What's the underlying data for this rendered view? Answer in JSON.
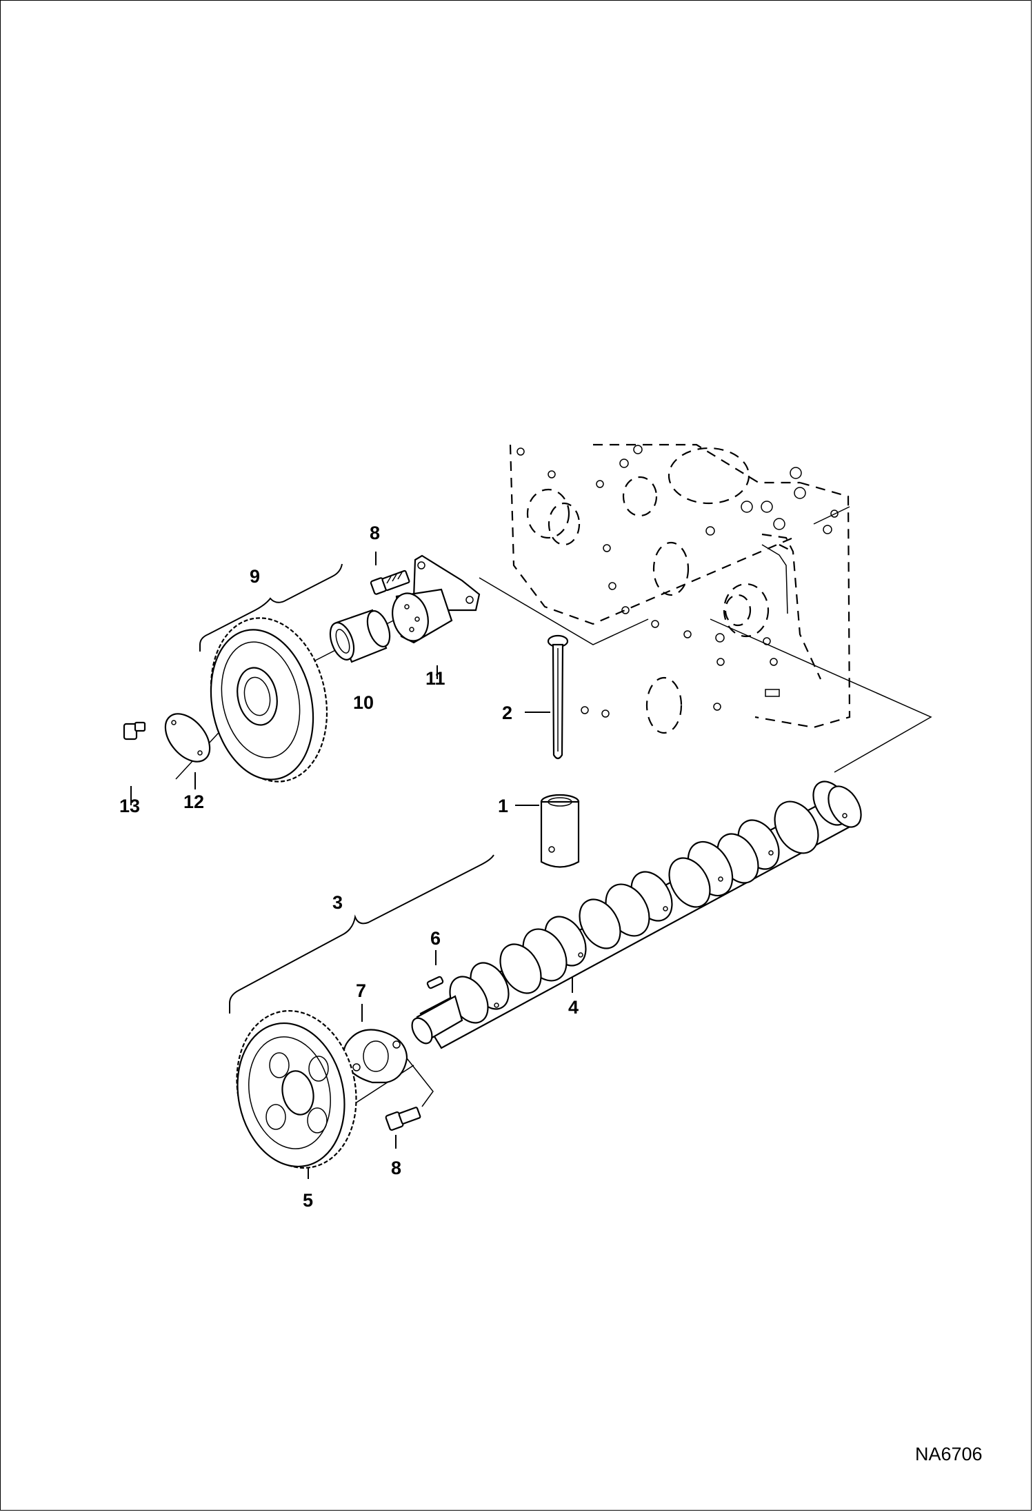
{
  "diagram": {
    "figure_id": "NA6706",
    "callouts": {
      "c1": "1",
      "c2": "2",
      "c3": "3",
      "c4": "4",
      "c5": "5",
      "c6": "6",
      "c7": "7",
      "c8a": "8",
      "c8b": "8",
      "c9": "9",
      "c10": "10",
      "c11": "11",
      "c12": "12",
      "c13": "13"
    }
  }
}
